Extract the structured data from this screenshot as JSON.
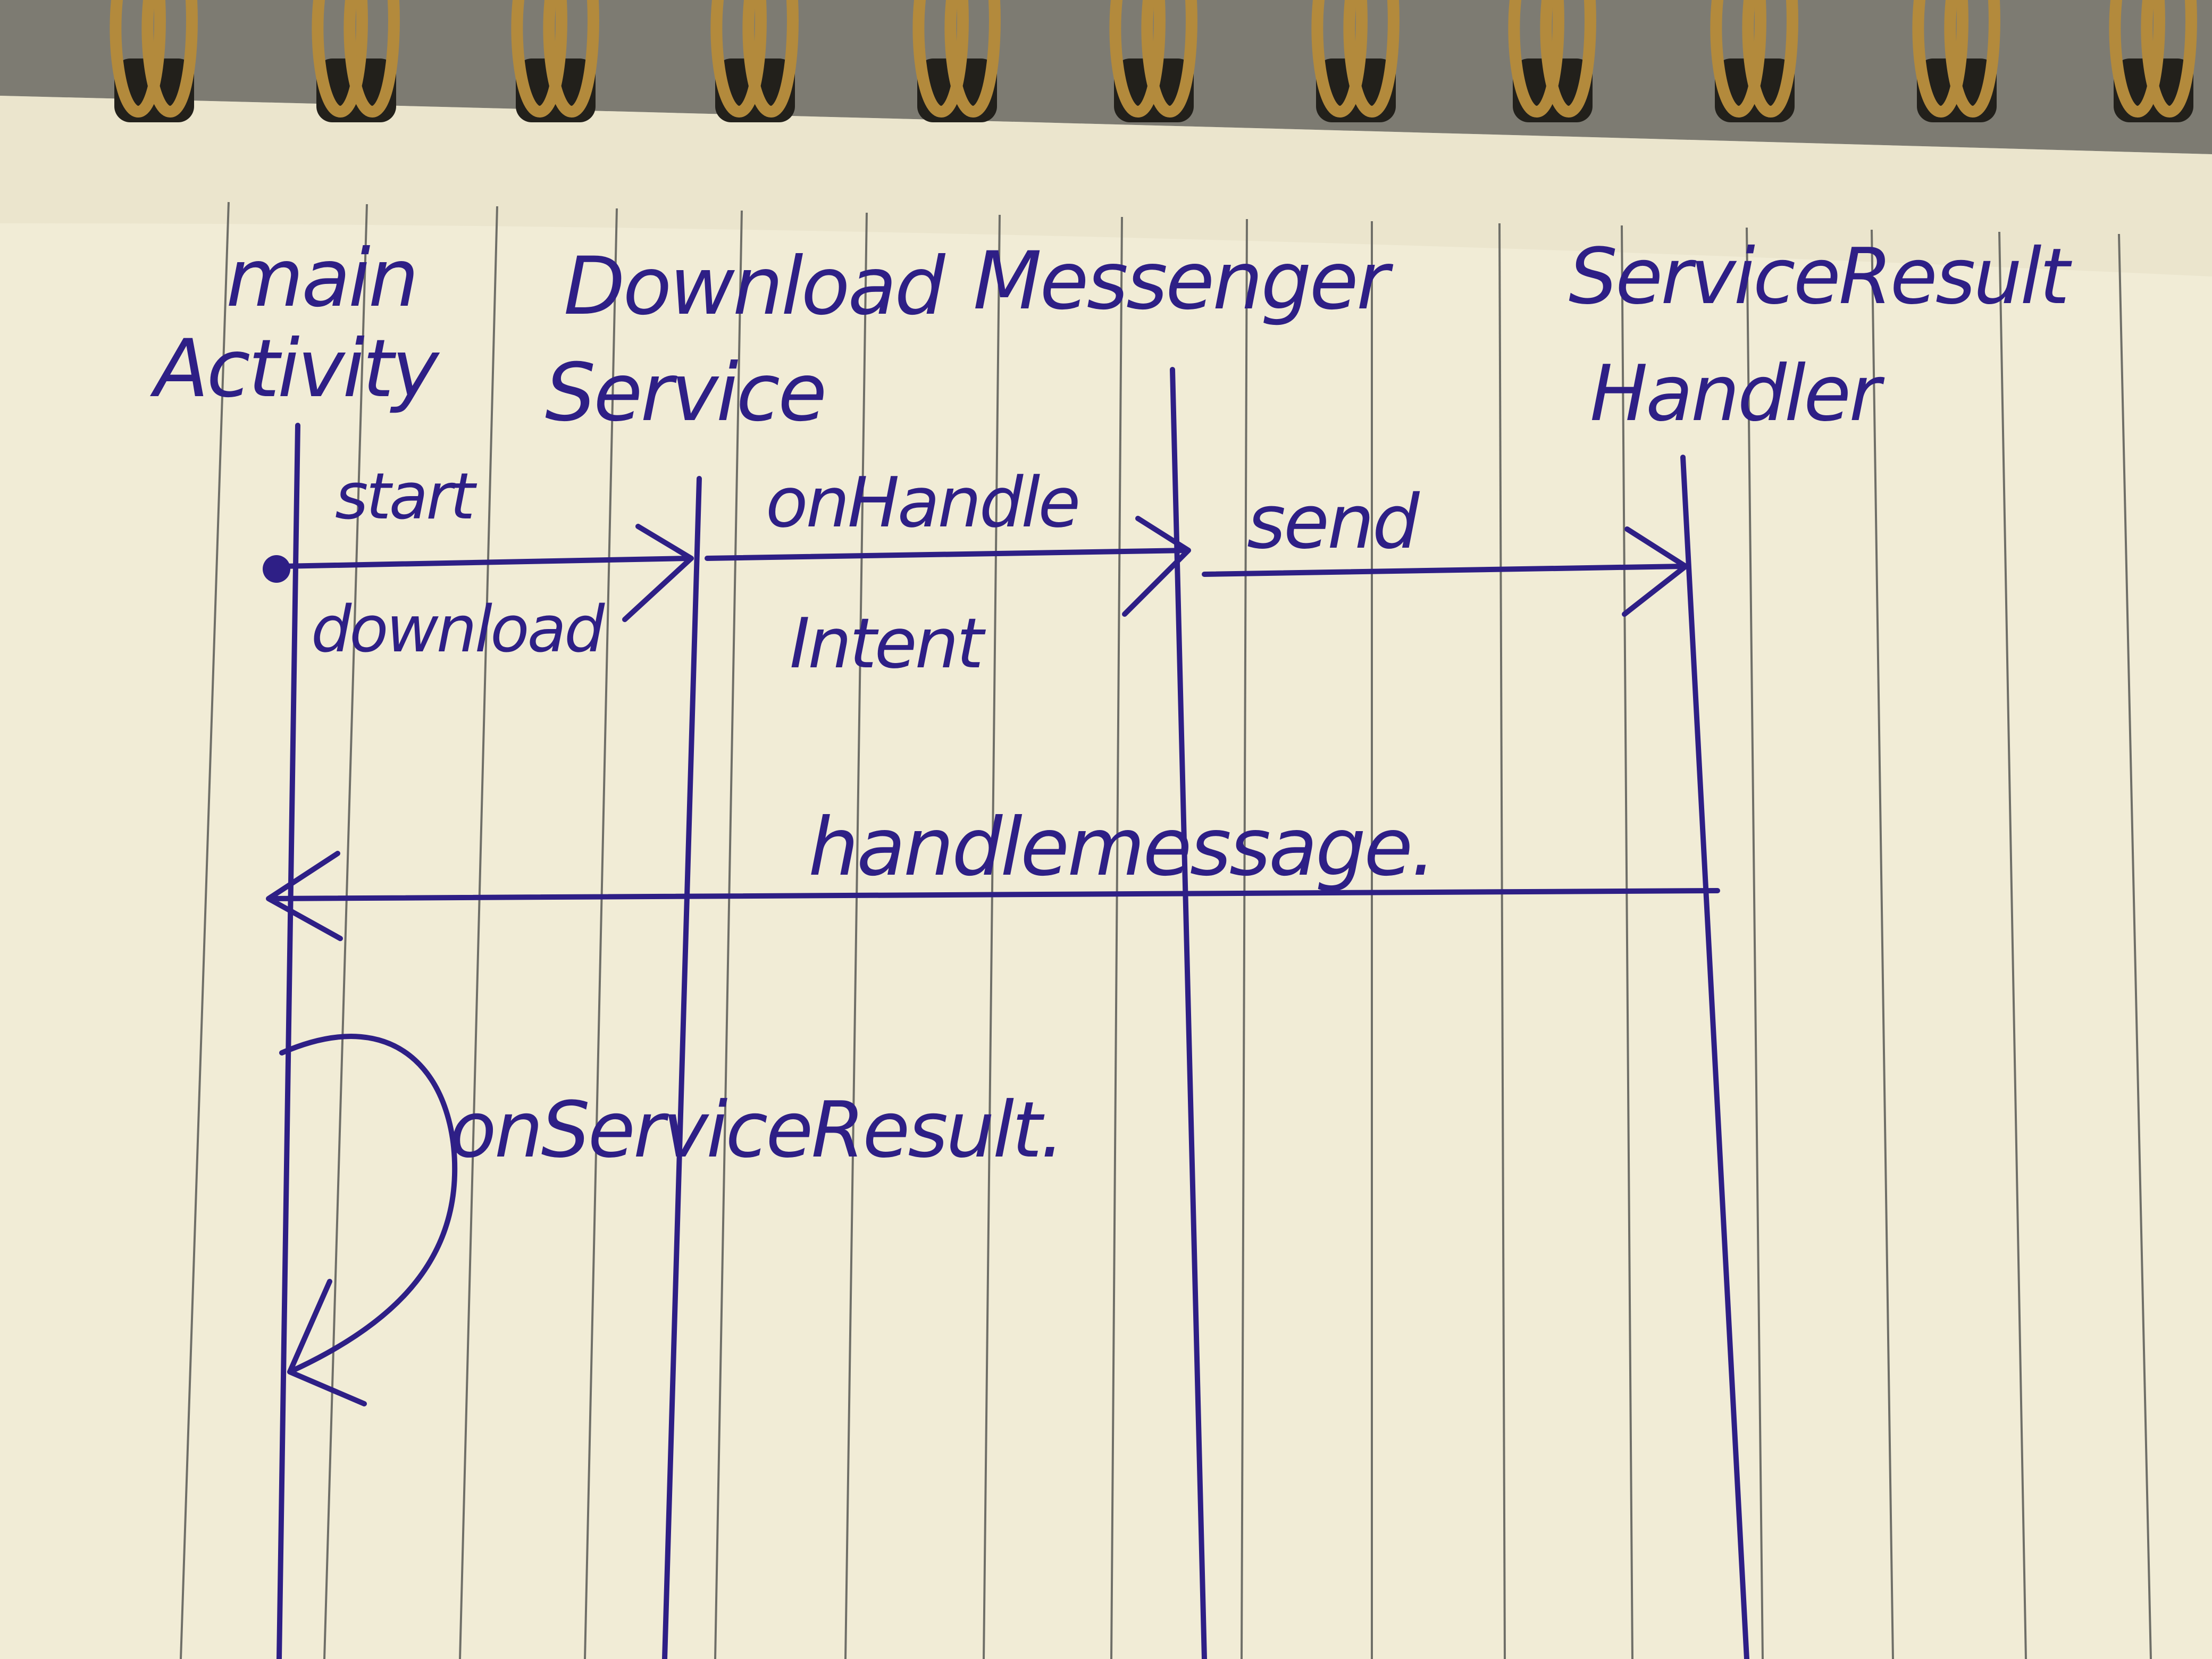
{
  "ink_color": "#2e1f86",
  "paper_color": "#f1ecd6",
  "ruling_color": "#6f6f68",
  "binding_color": "#b38a3c",
  "participants": [
    {
      "id": "main_activity",
      "line1": "main",
      "line2": "Activity"
    },
    {
      "id": "download_service",
      "line1": "Download",
      "line2": "Service"
    },
    {
      "id": "messenger",
      "line1": "Messenger",
      "line2": ""
    },
    {
      "id": "service_result_handler",
      "line1": "ServiceResult",
      "line2": "Handler"
    }
  ],
  "messages": [
    {
      "from": "main_activity",
      "to": "download_service",
      "label_above": "start",
      "label_below": "download"
    },
    {
      "from": "download_service",
      "to": "messenger",
      "label_above": "onHandle",
      "label_below": "Intent"
    },
    {
      "from": "messenger",
      "to": "service_result_handler",
      "label_above": "send",
      "label_below": ""
    },
    {
      "from": "service_result_handler",
      "to": "main_activity",
      "label_above": "handlemessage.",
      "label_below": ""
    },
    {
      "from": "main_activity",
      "to": "main_activity",
      "label": "onServiceResult.",
      "self_call": true
    }
  ]
}
